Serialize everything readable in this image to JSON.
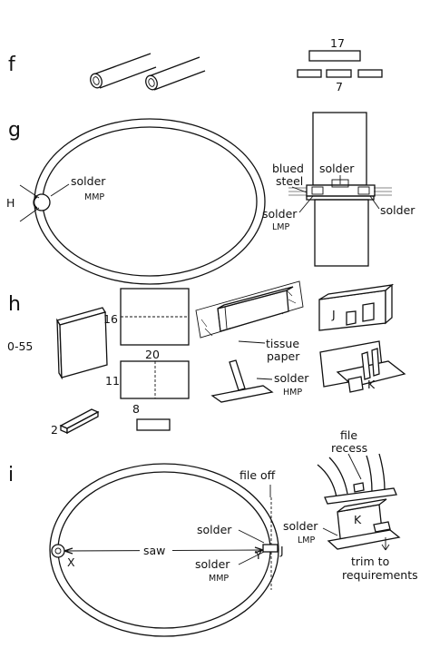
{
  "steps": {
    "f": "f",
    "g": "g",
    "h": "h",
    "i": "i"
  },
  "f": {
    "strip_long": "17",
    "strip_short": "7"
  },
  "g": {
    "ring_solder": "solder",
    "ring_solder_grade": "MMP",
    "ring_marker": "H",
    "blued_steel_1": "blued",
    "blued_steel_2": "steel",
    "top_solder": "solder",
    "left_solder": "solder",
    "left_solder_grade": "LMP",
    "right_solder": "solder"
  },
  "h": {
    "thickness": "0-55",
    "plate_height": "16",
    "plate_width": "20",
    "small_height": "11",
    "small_width": "8",
    "bar_size": "2",
    "tissue_1": "tissue",
    "tissue_2": "paper",
    "solder": "solder",
    "solder_grade": "HMP",
    "part_j": "J",
    "part_k": "K"
  },
  "i": {
    "file_off": "file off",
    "solder_top": "solder",
    "saw": "saw",
    "point_x": "X",
    "point_y": "Y",
    "point_j": "J",
    "solder_bottom": "solder",
    "solder_bottom_grade": "MMP",
    "file_1": "file",
    "file_2": "recess",
    "part_k": "K",
    "right_solder": "solder",
    "right_solder_grade": "LMP",
    "trim_1": "trim to",
    "trim_2": "requirements"
  }
}
